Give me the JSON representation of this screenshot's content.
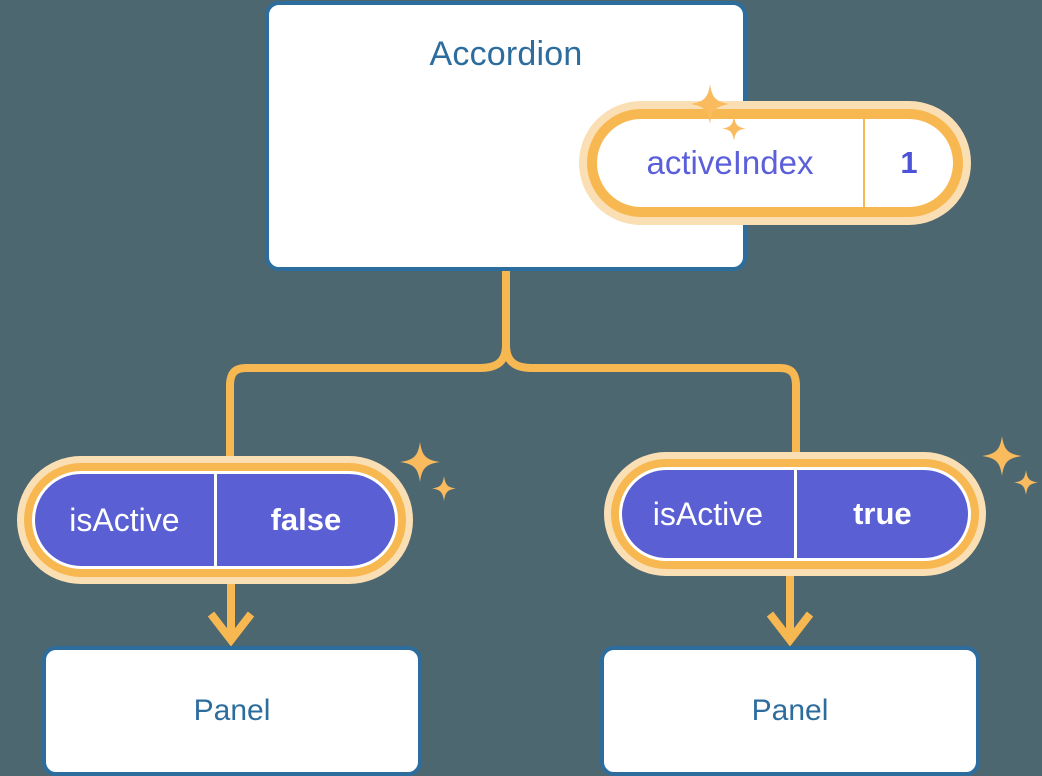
{
  "theme": {
    "background": "#4d6770",
    "card_border": "#2d6d9e",
    "card_fill": "#ffffff",
    "title_color": "#2d6d9e",
    "connector": "#f8b851",
    "pill_ring": "#f8b851",
    "pill_glow": "#fbdfb4",
    "pill_fill_purple": "#5a5fd4",
    "key_color_white_pill": "#5b5fd9",
    "value_color_white_pill": "#4d53d6",
    "pill_text_purple": "#ffffff"
  },
  "diagram": {
    "type": "component-state-tree",
    "root": {
      "title": "Accordion",
      "state": {
        "key": "activeIndex",
        "value": "1"
      },
      "sparkle_icon": "sparkle-icon"
    },
    "children": [
      {
        "prop": {
          "key": "isActive",
          "value": "false"
        },
        "panel_label": "Panel",
        "sparkle_icon": "sparkle-icon",
        "arrow_icon": "arrow-down-icon"
      },
      {
        "prop": {
          "key": "isActive",
          "value": "true"
        },
        "panel_label": "Panel",
        "sparkle_icon": "sparkle-icon",
        "arrow_icon": "arrow-down-icon"
      }
    ]
  }
}
